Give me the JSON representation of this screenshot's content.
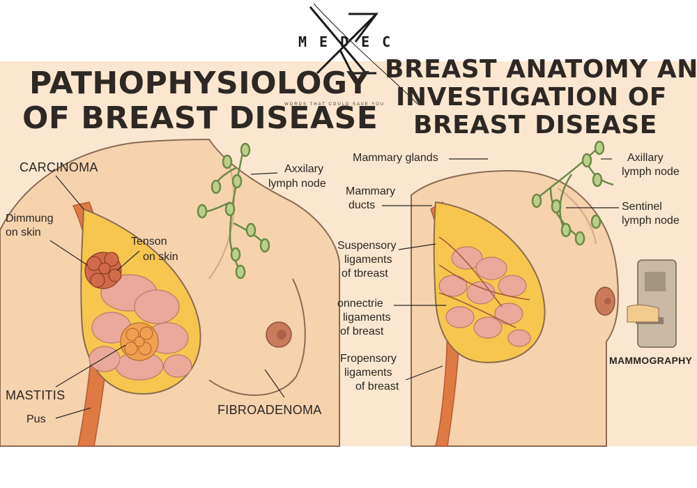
{
  "logo": {
    "word": "MEDEC",
    "tagline": "WORDS THAT COULD SAVE YOU"
  },
  "left_panel": {
    "title_line1": "PATHOPHYSIOLOGY",
    "title_line2": "OF BREAST DISEASE",
    "labels": {
      "carcinoma": "CARCINOMA",
      "dimpling_1": "Dimmung",
      "dimpling_2": "on skin",
      "tension_1": "Tenson",
      "tension_2": "on skin",
      "axillary_1": "Axxilary",
      "axillary_2": "lymph node",
      "mastitis": "MASTITIS",
      "pus": "Pus",
      "fibroadenoma": "FIBROADENOMA"
    }
  },
  "right_panel": {
    "title_line1": "BREAST ANATOMY AND",
    "title_line2": "INVESTIGATION OF",
    "title_line3": "BREAST DISEASE",
    "labels": {
      "mammary_glands": "Mammary glands",
      "mammary_ducts_1": "Mammary",
      "mammary_ducts_2": "ducts",
      "suspensory_1": "Suspensory",
      "suspensory_2": "ligaments",
      "suspensory_3": "of tbreast",
      "connective_1": "onnectrie",
      "connective_2": "ligaments",
      "connective_3": "of breast",
      "fropensory_1": "Fropensory",
      "fropensory_2": "ligaments",
      "fropensory_3": "of breast",
      "axillary_1": "Axillary",
      "axillary_2": "lymph node",
      "sentinel_1": "Sentinel",
      "sentinel_2": "lymph node",
      "mammography": "MAMMOGRAPHY"
    }
  },
  "colors": {
    "background": "#fbe7cf",
    "skin": "#f6d2ad",
    "skin_outline": "#8a6a52",
    "fat": "#f6c64e",
    "gland": "#e8a99a",
    "muscle": "#e07a45",
    "tumor": "#d06a4a",
    "lymph": "#8fa865",
    "text": "#2d2824"
  }
}
